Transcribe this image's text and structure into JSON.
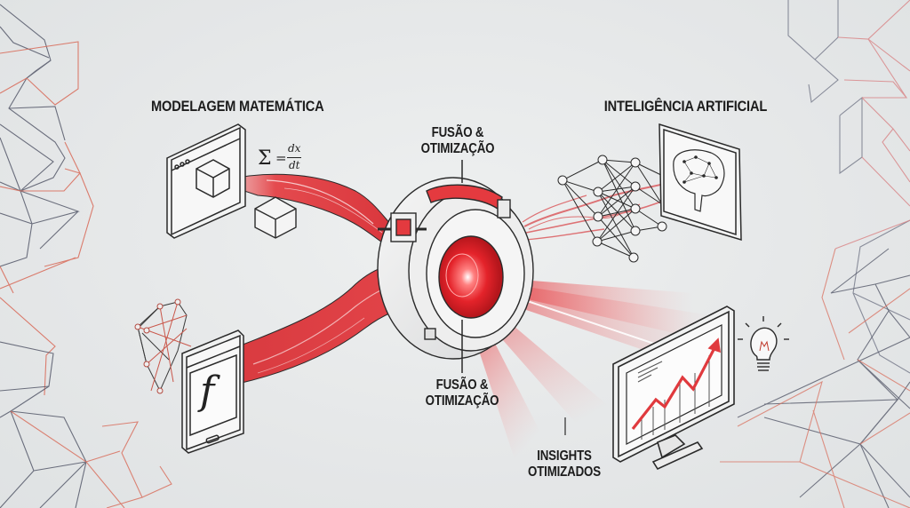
{
  "labels": {
    "math_modeling": "MODELAGEM MATEMÁTICA",
    "ai": "INTELIGÊNCIA ARTIFICIAL",
    "fusion_top_line1": "FUSÃO &",
    "fusion_top_line2": "OTIMIZAÇÃO",
    "fusion_bottom_line1": "FUSÃO &",
    "fusion_bottom_line2": "OTIMIZAÇÃO",
    "insights_line1": "INSIGHTS",
    "insights_line2": "OTIMIZADOS"
  },
  "formula": {
    "sigma": "Σ",
    "equals": "=",
    "numerator": "dx",
    "denominator": "dt",
    "function_symbol": "f"
  },
  "icons": [
    "browser-window-cube-icon",
    "cube-icon",
    "summation-formula",
    "polyhedron-network-icon",
    "tablet-function-icon",
    "fusion-core-icon",
    "neural-network-icon",
    "brain-screen-icon",
    "monitor-growth-chart-icon",
    "lightbulb-icon"
  ],
  "colors": {
    "background": "#e5e7e8",
    "accent_red": "#e03a3e",
    "line_dark": "#2a2a2a",
    "mesh_gray": "#5a6070",
    "mesh_red": "#d9705f"
  }
}
